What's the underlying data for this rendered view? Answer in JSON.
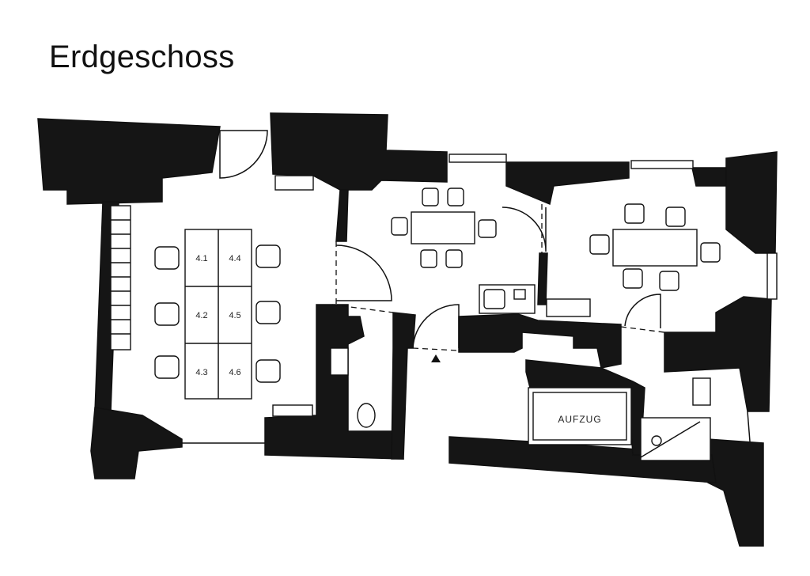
{
  "title": "Erdgeschoss",
  "desks": [
    "4.1",
    "4.2",
    "4.3",
    "4.4",
    "4.5",
    "4.6"
  ],
  "elevator_label": "AUFZUG"
}
